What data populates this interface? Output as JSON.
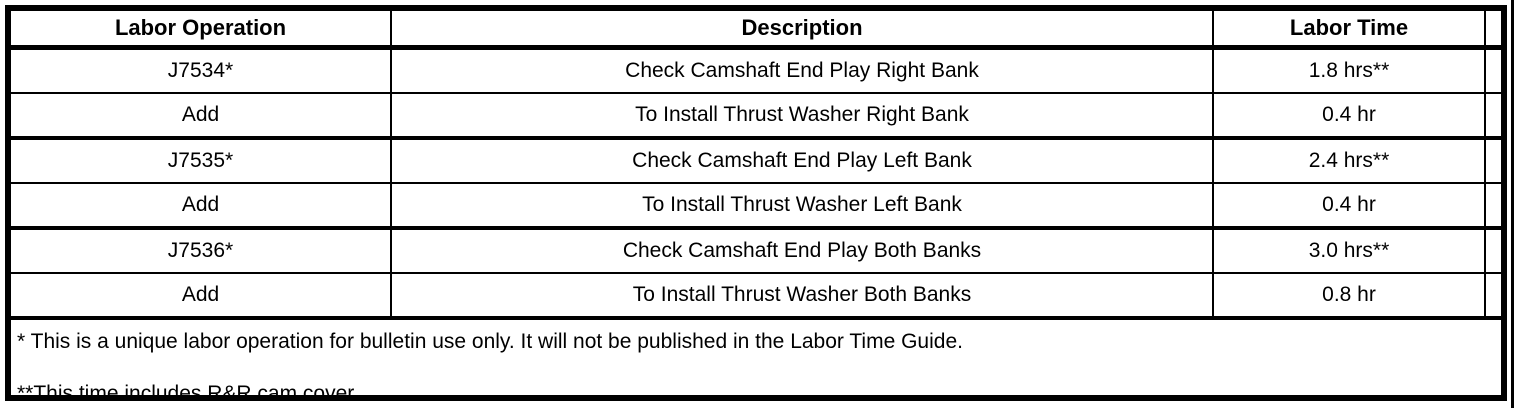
{
  "table": {
    "headers": {
      "labor_operation": "Labor Operation",
      "description": "Description",
      "labor_time": "Labor Time"
    },
    "rows": [
      {
        "labor_operation": "J7534*",
        "description": "Check Camshaft End Play Right Bank",
        "labor_time": "1.8 hrs**"
      },
      {
        "labor_operation": "Add",
        "description": "To Install Thrust Washer Right Bank",
        "labor_time": "0.4 hr"
      },
      {
        "labor_operation": "J7535*",
        "description": "Check Camshaft End Play Left Bank",
        "labor_time": "2.4 hrs**"
      },
      {
        "labor_operation": "Add",
        "description": "To Install Thrust Washer Left Bank",
        "labor_time": "0.4 hr"
      },
      {
        "labor_operation": "J7536*",
        "description": "Check Camshaft End Play Both Banks",
        "labor_time": "3.0 hrs**"
      },
      {
        "labor_operation": "Add",
        "description": "To Install Thrust Washer Both Banks",
        "labor_time": "0.8 hr"
      }
    ],
    "footnotes": [
      "* This is a unique labor operation for bulletin use only. It will not be published in the Labor Time Guide.",
      "**This time includes R&R cam cover."
    ]
  },
  "colors": {
    "border": "#000000",
    "background": "#ffffff",
    "text": "#000000"
  }
}
